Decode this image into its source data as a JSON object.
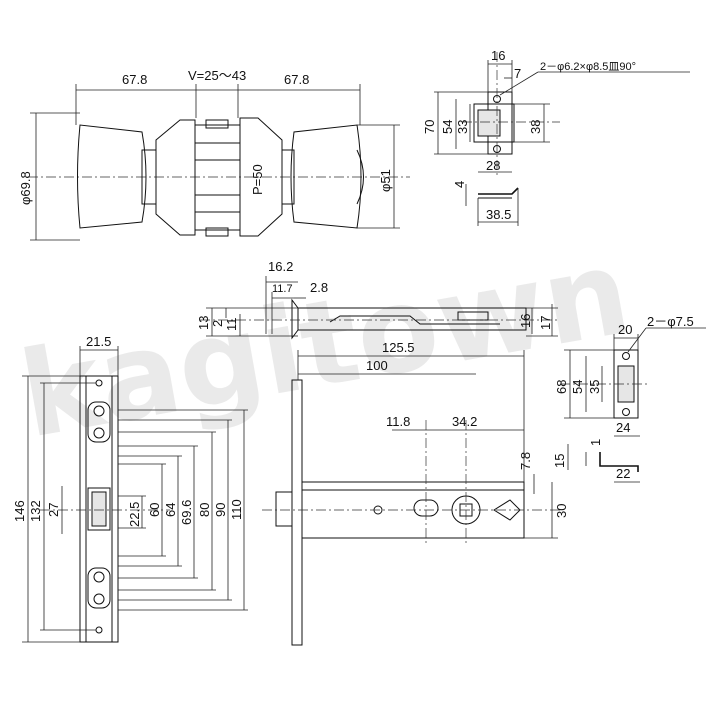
{
  "watermark": "kagitown",
  "knob_view": {
    "dim_left": "67.8",
    "dim_mid": "V=25～43",
    "dim_right": "67.8",
    "dia_outer": "φ69.8",
    "dia_inner": "φ51",
    "pitch": "P=50"
  },
  "strike_top": {
    "w_total": "16",
    "w_part": "7",
    "hole_note": "2－φ6.2×φ8.5皿90°",
    "h1": "70",
    "h2": "54",
    "h3": "33",
    "h4": "38",
    "w_bottom": "28",
    "thick": "4",
    "depth": "38.5"
  },
  "lock_top": {
    "d1": "16.2",
    "d2": "11.7",
    "d3": "2.8",
    "h1": "13",
    "h2": "2",
    "h3": "11",
    "h4": "16",
    "h5": "17"
  },
  "faceplate": {
    "width": "21.5",
    "h146": "146",
    "h132": "132",
    "h27": "27",
    "h22_5": "22.5",
    "h60": "60",
    "h64": "64",
    "h69_6": "69.6",
    "h80": "80",
    "h90": "90",
    "h110": "110"
  },
  "body_view": {
    "d125_5": "125.5",
    "d100": "100",
    "d11_8": "11.8",
    "d34_2": "34.2",
    "d7_8": "7.8",
    "d30": "30"
  },
  "strike_right": {
    "w20": "20",
    "holes": "2－φ7.5",
    "h68": "68",
    "h54": "54",
    "h35": "35",
    "w24": "24",
    "h15": "15",
    "t1": "1",
    "w22": "22"
  }
}
